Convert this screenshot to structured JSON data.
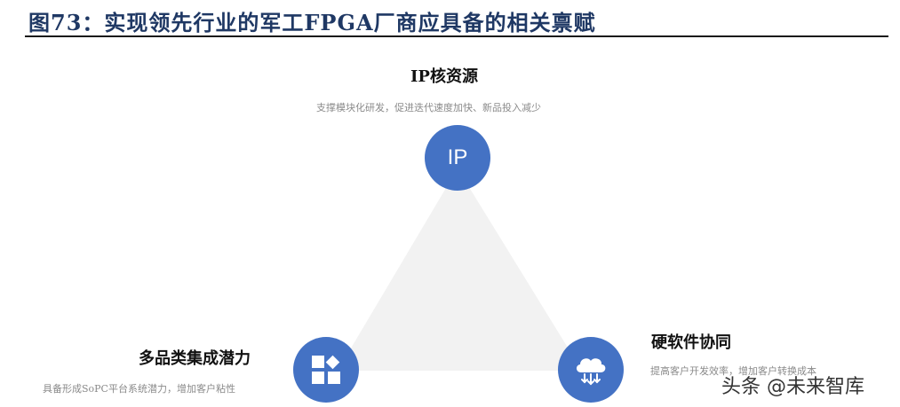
{
  "figure": {
    "title": "图73：实现领先行业的军工FPGA厂商应具备的相关禀赋"
  },
  "colors": {
    "title": "#1f3864",
    "circle": "#4472c4",
    "triangle": "#f2f2f2"
  },
  "nodes": {
    "top": {
      "title": "IP核资源",
      "description": "支撑模块化研发，促进迭代速度加快、新品投入减少",
      "icon_text": "IP",
      "icon": "ip-icon"
    },
    "left": {
      "title": "多品类集成潜力",
      "description": "具备形成SoPC平台系统潜力，增加客户粘性",
      "icon": "grid-blocks-icon"
    },
    "right": {
      "title": "硬软件协同",
      "description": "提高客户开发效率，增加客户转换成本",
      "icon": "cloud-download-icon"
    }
  },
  "watermark": {
    "text": "头条 @未来智库"
  }
}
